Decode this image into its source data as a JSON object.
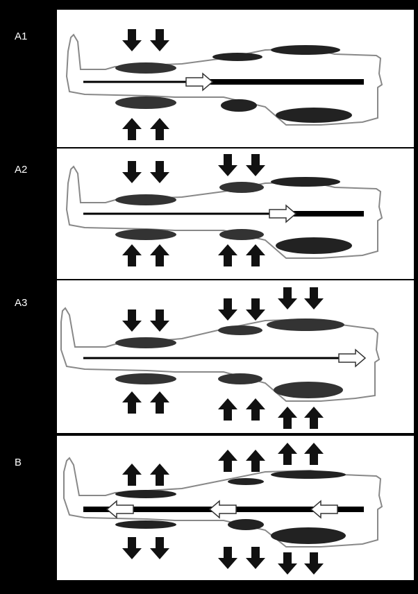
{
  "panels": [
    {
      "label": "A1"
    },
    {
      "label": "A2"
    },
    {
      "label": "A3"
    },
    {
      "label": "B"
    }
  ]
}
